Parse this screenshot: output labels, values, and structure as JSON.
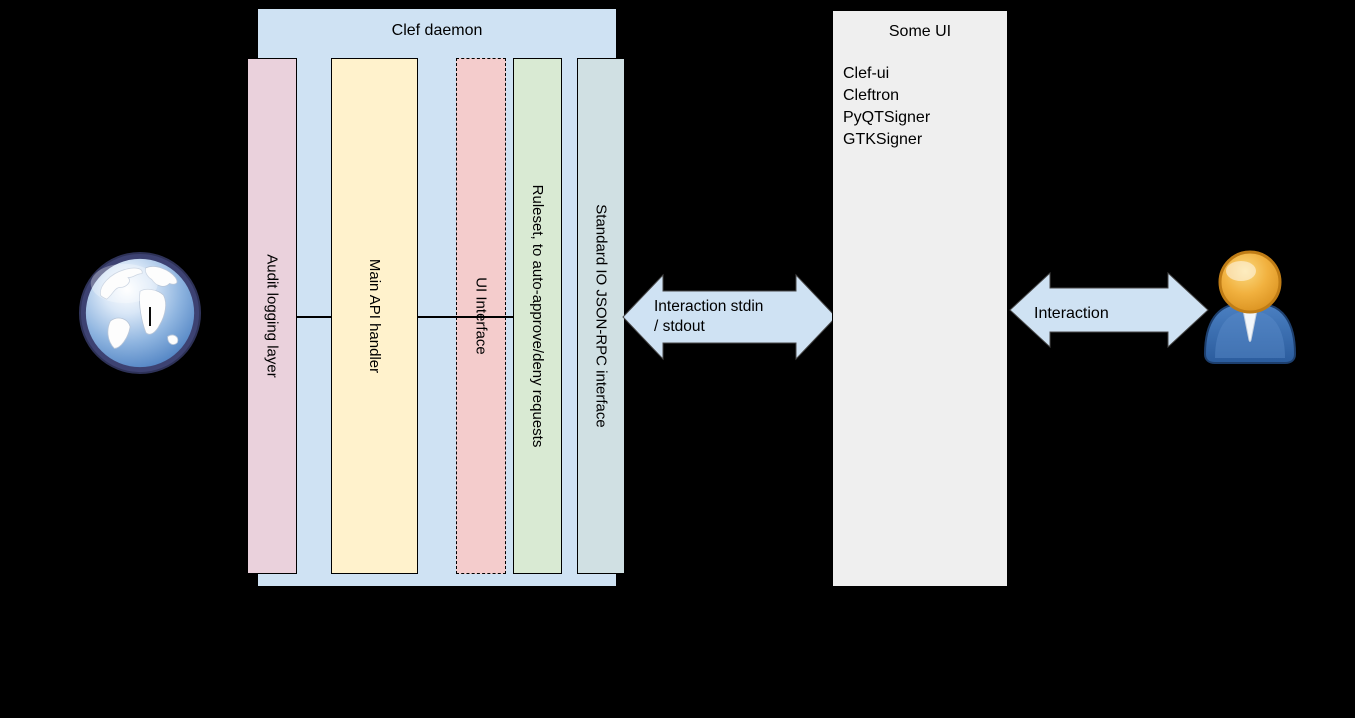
{
  "canvas": {
    "background": "#000000"
  },
  "clef_daemon": {
    "title": "Clef daemon",
    "fill": "#cfe2f3",
    "bars": [
      {
        "label": "Audit logging layer",
        "fill": "#ead1dc",
        "border": "solid"
      },
      {
        "label": "Main API handler",
        "fill": "#fff2cc",
        "border": "solid"
      },
      {
        "label": "UI Interface",
        "fill": "#f4cccc",
        "border": "dashed"
      },
      {
        "label": "Ruleset, to auto-approve/deny requests",
        "fill": "#d9ead3",
        "border": "solid"
      },
      {
        "label": "Standard IO JSON-RPC interface",
        "fill": "#d0e0e3",
        "border": "solid"
      }
    ]
  },
  "some_ui": {
    "title": "Some UI",
    "fill": "#efefef",
    "items": [
      "Clef-ui",
      "Cleftron",
      "PyQTSigner",
      "GTKSigner"
    ]
  },
  "arrow_stdio": {
    "line1": "Interaction stdin",
    "line2": "/ stdout",
    "fill": "#cfe2f3"
  },
  "arrow_user": {
    "label": "Interaction",
    "fill": "#cfe2f3"
  },
  "icons": {
    "left": "globe-icon",
    "right": "person-icon"
  }
}
